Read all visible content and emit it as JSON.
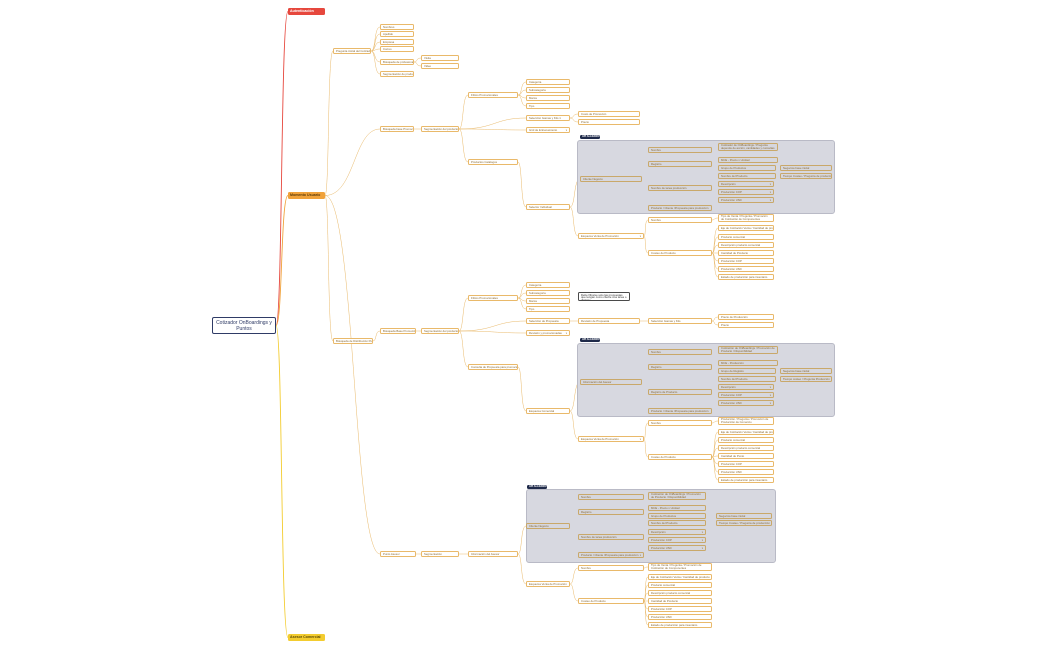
{
  "accent": {
    "main_line": "#e6473d",
    "branch": "#e9b96a",
    "orange": "#f0a23a",
    "yellow": "#f3cc2f",
    "panel": "#d7d8e0",
    "tag": "#1f2a4a",
    "root_border": "#2f3b66"
  },
  "root": {
    "label": "Cotizador OnBoardings\ny Puntos"
  },
  "level1": {
    "autenticacion": "Autenticación",
    "momento_usuario": "Momento Usuario",
    "asesor_comercial": "Asesor Comercial"
  },
  "tags": {
    "tag1": "API ALLIEDRO",
    "tag2": "API ALLIEDRO",
    "tag3": "API ALLIEDRO"
  },
  "note": {
    "text": "Debe filtrarse solo las propuestas que tengan como cliente una tarea o distingo"
  },
  "labels": {
    "a1": "Pregunta inicial del Cotizador",
    "a1a": "Nombres",
    "a1b": "Apellido",
    "a1c": "Empresa",
    "a1d": "Correo",
    "a1e": "Búsqueda de profesionales",
    "a1e1": "Visita",
    "a1e2": "Video",
    "a1f": "Segmentación de producto",
    "a2": "Búsqueda base Promoción",
    "a2a": "Segmentación del producto",
    "a2b": "Filtros Promocionales",
    "a2b1": "Categoría",
    "a2b2": "Subcategoría",
    "a2b3": "Marca",
    "a2b4": "Tipo",
    "a2c": "Selección Gamas y Kits 1",
    "a2c1": "Costo de Promoción",
    "a2c2": "Precio",
    "a2d": "Grid de Entrenamiento",
    "a2e": "Productos Catalogos",
    "a2f": "Selector Individual",
    "a2g": "Cliente Negocio",
    "b1": "Nombre",
    "b1t": "Cotizador de OnBoardings / Pregunta depende de acción, cantidades y consultas de marcación",
    "b2": "MCE - Precio x Unidad",
    "b3": "Registro",
    "b4": "Grupo de Productos",
    "b4a": "Negocios base inicial",
    "b5": "Nombre del Producto",
    "b5a": "Tiempo Costeo / Pregunta de producción",
    "b6": "Nombre de tarea producción",
    "b7": "Descripción",
    "b8": "Producción COP",
    "b9": "Producción USD",
    "b10": "Producto / Cliente /Propuesta para producción",
    "c1": "Esquema Venta de Promoción",
    "c1a": "Nombre",
    "c1a1": "Tipo de Venta / Pregunta / Promoción de Cotización de Componentes",
    "c1b": "Eje de Cotización Venta / Cantidad de producto",
    "c1c": "Producto comercial",
    "c1d": "Descripción producto comercial",
    "c1e": "Costeo de Producto",
    "c1f": "Cantidad de Producto",
    "c1g": "Producción COP",
    "c1h": "Producción USD",
    "c1i": "Estado de producción para inventario",
    "d1": "Búsqueda de Distribución Punto",
    "d2": "Búsqueda Base Promoción",
    "d2a": "Segmentación del producto",
    "d2b": "Filtros Promocionales",
    "d2b1": "Categoría",
    "d2b2": "Subcategoría",
    "d2b3": "Marca",
    "d2b4": "Tipo",
    "d2c": "Selección de Propuesta",
    "d2c1": "Revisión de Propuesta",
    "d2c2": "Selección Gamas y Kits",
    "d2c3": "Precio de Producción",
    "d2c4": "Precio",
    "d2d": "Revisión y promocionadas",
    "d2e": "Consulta de Propuesta para promoción",
    "d2f": "Esquema Comercial",
    "e1": "Producción / Pregunta / Promoción de Producción de Comercio",
    "e2": "Cargar base precio de entrada de cotización",
    "e3": "Producto comercial",
    "e4": "Descripción producto comercial",
    "e5": "Cantidad de Punto",
    "e6": "Producción COP",
    "e7": "Producción USD",
    "e8": "Estado de producción para inventario",
    "f1": "Punto Asesor",
    "f2": "Información del Asesor",
    "f3": "Segmentación",
    "f4": "Nombre",
    "f5": "Cotización de OnBoardings / Promoción de Producto / Disponibilidad",
    "f6": "MCE - Producción",
    "f7": "Registro",
    "f8": "Grupo de Registro",
    "f9": "Registro de Producto",
    "f10": "Nombre del Producto",
    "f11": "Tiempo costeo / Pregunta Producción",
    "f12": "Descripción",
    "f13": "Producción COP",
    "f14": "Producción USD",
    "f15": "Producto / Cliente /Propuesta para producción",
    "f16": "Esquema Venta de Promoción",
    "f17": "Nombre",
    "f18": "Costeo de Producto",
    "g1": "Producción / Pregunta / Promoción de Producción de Comercio",
    "g2": "Eje de Cotización Venta / Cantidad de producto",
    "g3": "Producto comercial",
    "g4": "Descripción producto comercial",
    "g5": "Cantidad de Punto",
    "g6": "Producción COP",
    "g7": "Producción USD",
    "g8": "Estado de producción para inventario"
  }
}
